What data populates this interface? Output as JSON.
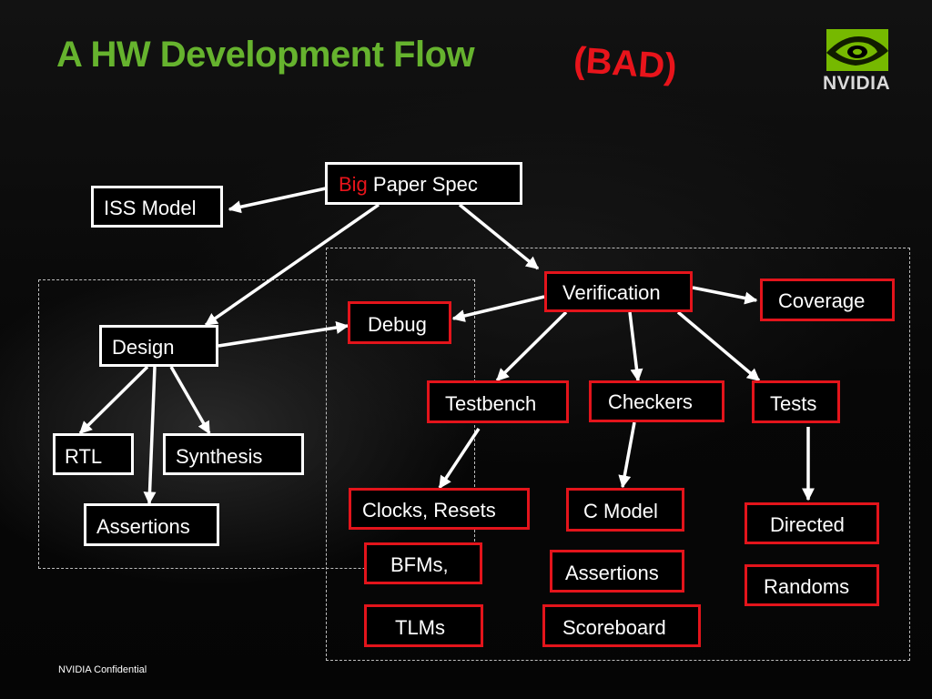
{
  "slide": {
    "title": "A HW Development Flow",
    "title_tag": "(BAD)",
    "logo_text": "NVIDIA",
    "footer": "NVIDIA Confidential"
  },
  "nodes": {
    "spec_big": "Big",
    "spec_rest": " Paper Spec",
    "iss_model": "ISS Model",
    "verification": "Verification",
    "coverage": "Coverage",
    "debug": "Debug",
    "design": "Design",
    "rtl": "RTL",
    "synthesis": "Synthesis",
    "assertions_design": "Assertions",
    "testbench": "Testbench",
    "checkers": "Checkers",
    "tests": "Tests",
    "clocks_resets": "Clocks, Resets",
    "bfms": "BFMs,",
    "tlms": "TLMs",
    "c_model": "C Model",
    "assertions_checkers": "Assertions",
    "scoreboard": "Scoreboard",
    "directed": "Directed",
    "randoms": "Randoms"
  },
  "colors": {
    "title": "#66b32e",
    "bad": "#e8141b",
    "red_border": "#e3141b",
    "white_border": "#ffffff"
  }
}
